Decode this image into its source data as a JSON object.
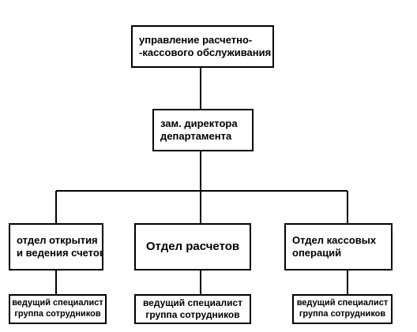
{
  "diagram": {
    "root": {
      "line1": "управление расчетно-",
      "line2": "-кассового обслуживания"
    },
    "deputy": {
      "line1": "зам. директора",
      "line2": "департамента"
    },
    "departments": [
      {
        "line1": "отдел открытия",
        "line2": "и ведения счетов",
        "staff_line1": "ведущий специалист",
        "staff_line2": "группа сотрудников"
      },
      {
        "line1": "Отдел расчетов",
        "staff_line1": "ведущий специалист",
        "staff_line2": "группа сотрудников"
      },
      {
        "line1": "Отдел кассовых",
        "line2": "операций",
        "staff_line1": "ведущий специалист",
        "staff_line2": "группа сотрудников"
      }
    ]
  }
}
